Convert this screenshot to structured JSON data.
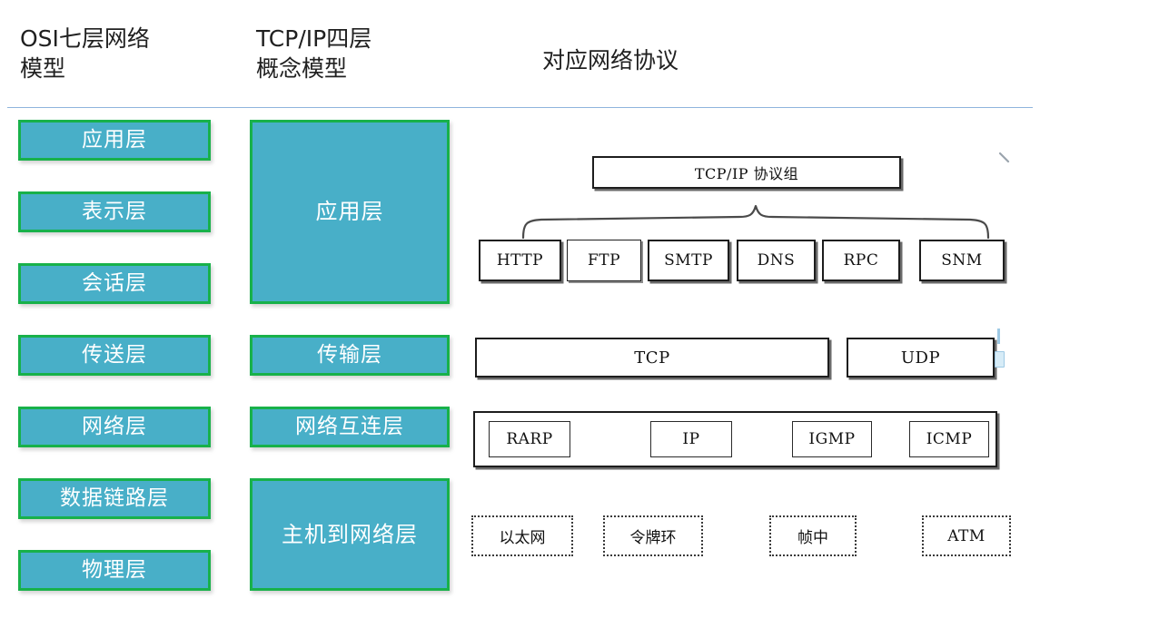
{
  "headers": {
    "osi": "OSI七层网络\n模型",
    "tcpip": "TCP/IP四层\n概念模型",
    "protocols": "对应网络协议"
  },
  "colors": {
    "layer_fill": "#48AFC8",
    "layer_border": "#18B14A",
    "layer_text": "#FFFFFF",
    "rule": "#8FB4DD",
    "box_border": "#1D1D1D",
    "background": "#FFFFFF"
  },
  "osi_layers": [
    {
      "label": "应用层"
    },
    {
      "label": "表示层"
    },
    {
      "label": "会话层"
    },
    {
      "label": "传送层"
    },
    {
      "label": "网络层"
    },
    {
      "label": "数据链路层"
    },
    {
      "label": "物理层"
    }
  ],
  "tcpip_layers": [
    {
      "label": "应用层",
      "spans": 3
    },
    {
      "label": "传输层",
      "spans": 1
    },
    {
      "label": "网络互连层",
      "spans": 1
    },
    {
      "label": "主机到网络层",
      "spans": 2
    }
  ],
  "protocols": {
    "group_title": "TCP/IP 协议组",
    "application": [
      "HTTP",
      "FTP",
      "SMTP",
      "DNS",
      "RPC",
      "SNM"
    ],
    "transport": [
      "TCP",
      "UDP"
    ],
    "internet_container": true,
    "internet": [
      "RARP",
      "IP",
      "IGMP",
      "ICMP"
    ],
    "link": [
      "以太网",
      "令牌环",
      "帧中",
      "ATM"
    ]
  }
}
